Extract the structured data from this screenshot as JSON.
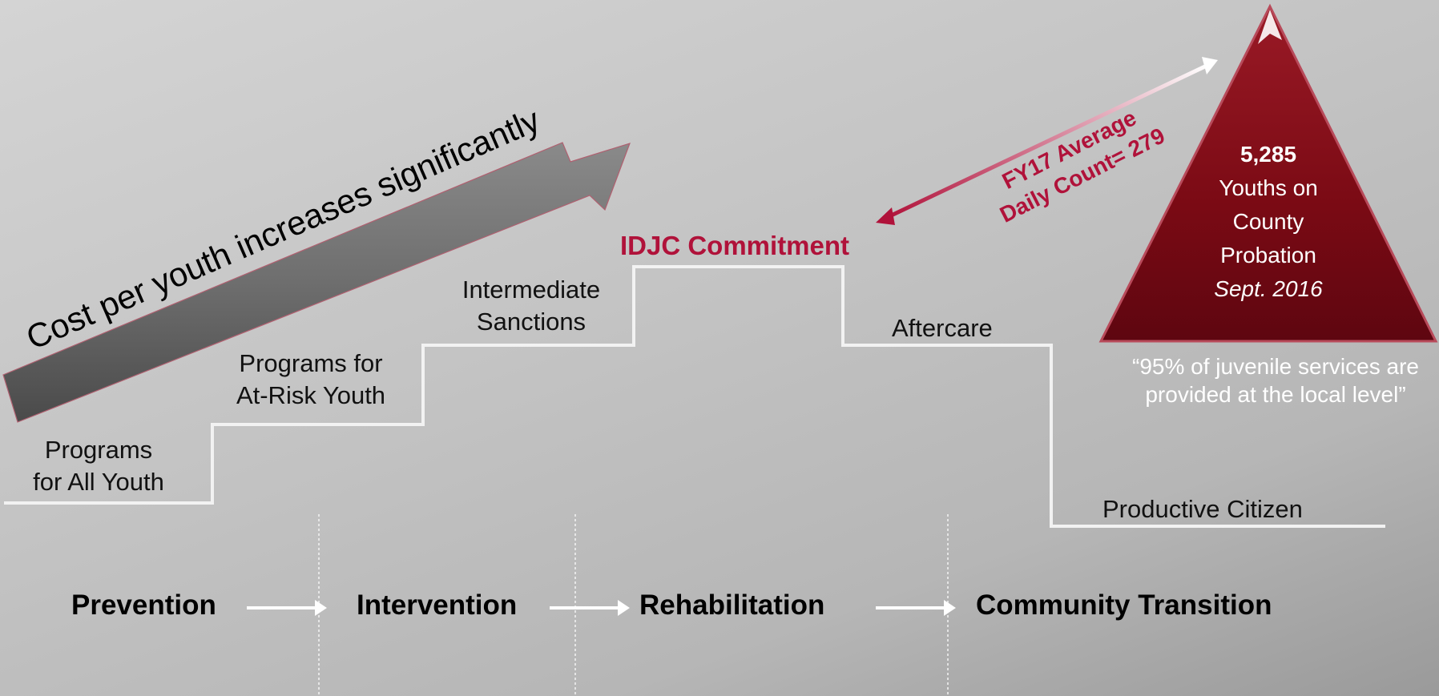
{
  "cost_arrow": {
    "label": "Cost per youth increases significantly"
  },
  "steps": [
    {
      "label_line1": "Programs",
      "label_line2": "for All Youth"
    },
    {
      "label_line1": "Programs for",
      "label_line2": "At-Risk Youth"
    },
    {
      "label_line1": "Intermediate",
      "label_line2": "Sanctions"
    },
    {
      "label": "IDJC Commitment"
    },
    {
      "label": "Aftercare"
    },
    {
      "label": "Productive Citizen"
    }
  ],
  "average_arrow": {
    "line1": "FY17 Average",
    "line2": "Daily Count= 279"
  },
  "triangle": {
    "count": "5,285",
    "line1": "Youths on",
    "line2": "County",
    "line3": "Probation",
    "date": "Sept. 2016"
  },
  "quote": {
    "line1": "“95% of juvenile services are",
    "line2": "provided at the local level”"
  },
  "stages": [
    "Prevention",
    "Intervention",
    "Rehabilitation",
    "Community Transition"
  ],
  "colors": {
    "accent": "#b0123a",
    "triangle_fill": "#7a0a14",
    "arrow_gray": "#5e5e5e",
    "step_line": "#f2f2f2"
  }
}
